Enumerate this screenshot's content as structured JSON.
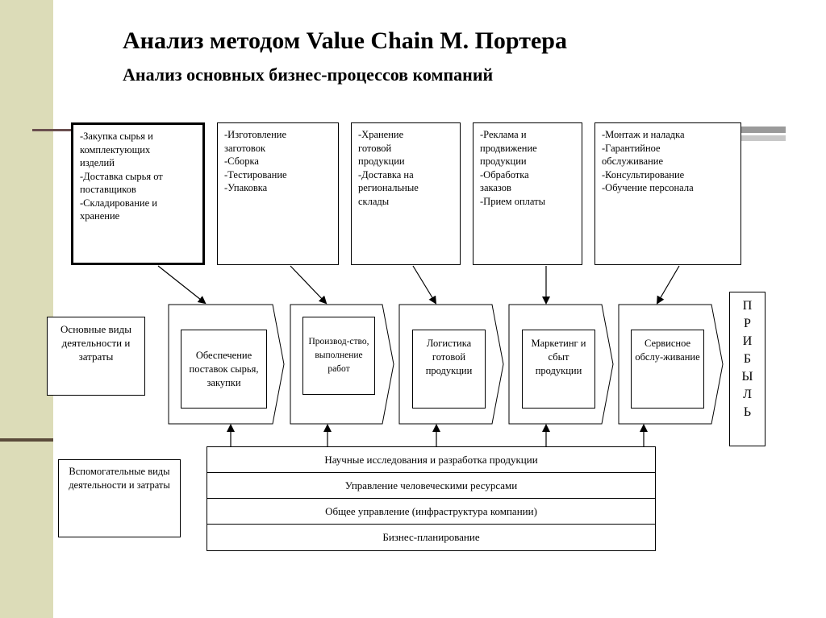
{
  "title": "Анализ методом Value Chain М. Портера",
  "subtitle": "Анализ основных бизнес-процессов компаний",
  "top_boxes": [
    {
      "lines": [
        "-Закупка сырья и",
        "комплектующих",
        "изделий",
        "-Доставка сырья от",
        "поставщиков",
        "-Складирование и",
        "хранение"
      ]
    },
    {
      "lines": [
        "-Изготовление",
        "заготовок",
        "-Сборка",
        "-Тестирование",
        "-Упаковка"
      ]
    },
    {
      "lines": [
        "-Хранение",
        "готовой",
        "продукции",
        "-Доставка на",
        "региональные",
        "склады"
      ]
    },
    {
      "lines": [
        "-Реклама и",
        "продвижение",
        "продукции",
        "-Обработка",
        "заказов",
        "-Прием оплаты"
      ]
    },
    {
      "lines": [
        "-Монтаж и наладка",
        "-Гарантийное",
        "обслуживание",
        "-Консультирование",
        "-Обучение персонала"
      ]
    }
  ],
  "stages": [
    {
      "label": "Обеспечение поставок сырья, закупки"
    },
    {
      "label": "Производ-ство, выполнение работ"
    },
    {
      "label": "Логистика готовой продукции"
    },
    {
      "label": "Маркетинг и сбыт продукции"
    },
    {
      "label": "Сервисное обслу-живание"
    }
  ],
  "primary_label": "Основные виды деятельности и затраты",
  "support_label": "Вспомогательные виды деятельности и затраты",
  "support_rows": [
    "Научные исследования и разработка продукции",
    "Управление человеческими ресурсами",
    "Общее управление (инфраструктура компании)",
    "Бизнес-планирование"
  ],
  "profit_letters": [
    "П",
    "Р",
    "И",
    "Б",
    "Ы",
    "Л",
    "Ь"
  ],
  "colors": {
    "left_band": "#dcdcb8",
    "band_line": "#5a4a3a",
    "stroke": "#000000"
  }
}
